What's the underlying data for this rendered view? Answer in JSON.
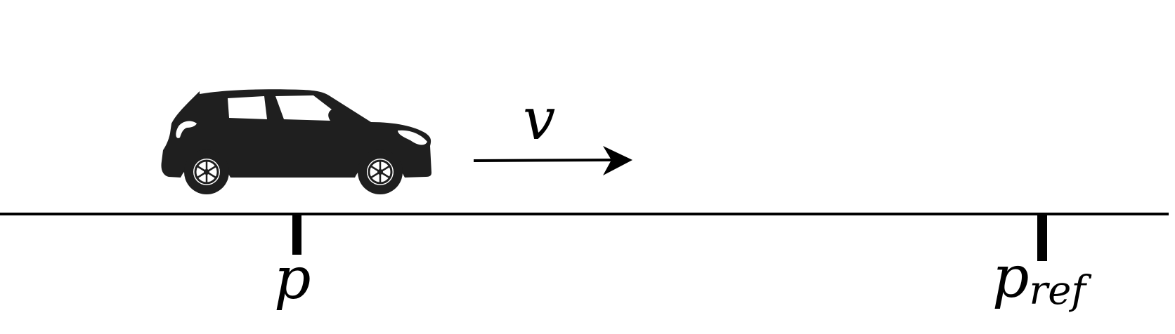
{
  "labels": {
    "velocity": "v",
    "position": "p",
    "reference_base": "p",
    "reference_subscript": "ref"
  },
  "colors": {
    "background": "#ffffff",
    "ink": "#000000",
    "car_body": "#1f1f1f",
    "car_windows": "#ffffff"
  },
  "icons": {
    "vehicle": "car-icon",
    "velocity_arrow": "arrow-right-icon"
  }
}
